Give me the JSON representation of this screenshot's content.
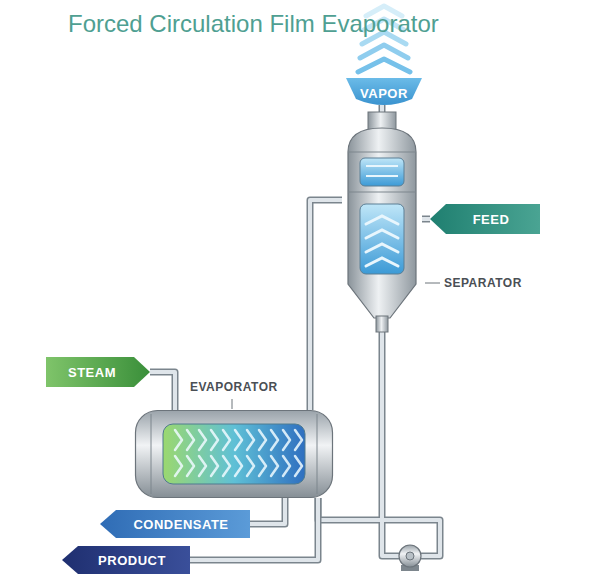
{
  "diagram": {
    "title": "Forced Circulation Film Evaporator",
    "nodes": [
      {
        "text": [
          "VAPOR"
        ]
      },
      {
        "text": [
          "FEED"
        ]
      },
      {
        "text": [
          "SEPARATOR"
        ]
      },
      {
        "text": [
          "STEAM"
        ]
      },
      {
        "text": [
          "EVAPORATOR"
        ]
      },
      {
        "text": [
          "CONDENSATE"
        ]
      },
      {
        "text": [
          "PRODUCT"
        ]
      }
    ],
    "edges": [
      {
        "from": 2,
        "to": 0,
        "arrow": "none"
      },
      {
        "from": 1,
        "to": 2,
        "arrow": "none"
      },
      {
        "from": 3,
        "to": 4,
        "arrow": "none"
      },
      {
        "from": 4,
        "to": 2,
        "arrow": "none"
      },
      {
        "from": 2,
        "to": 4,
        "arrow": "none"
      },
      {
        "from": 4,
        "to": 5,
        "arrow": "none"
      },
      {
        "from": 4,
        "to": 6,
        "arrow": "none"
      }
    ]
  }
}
